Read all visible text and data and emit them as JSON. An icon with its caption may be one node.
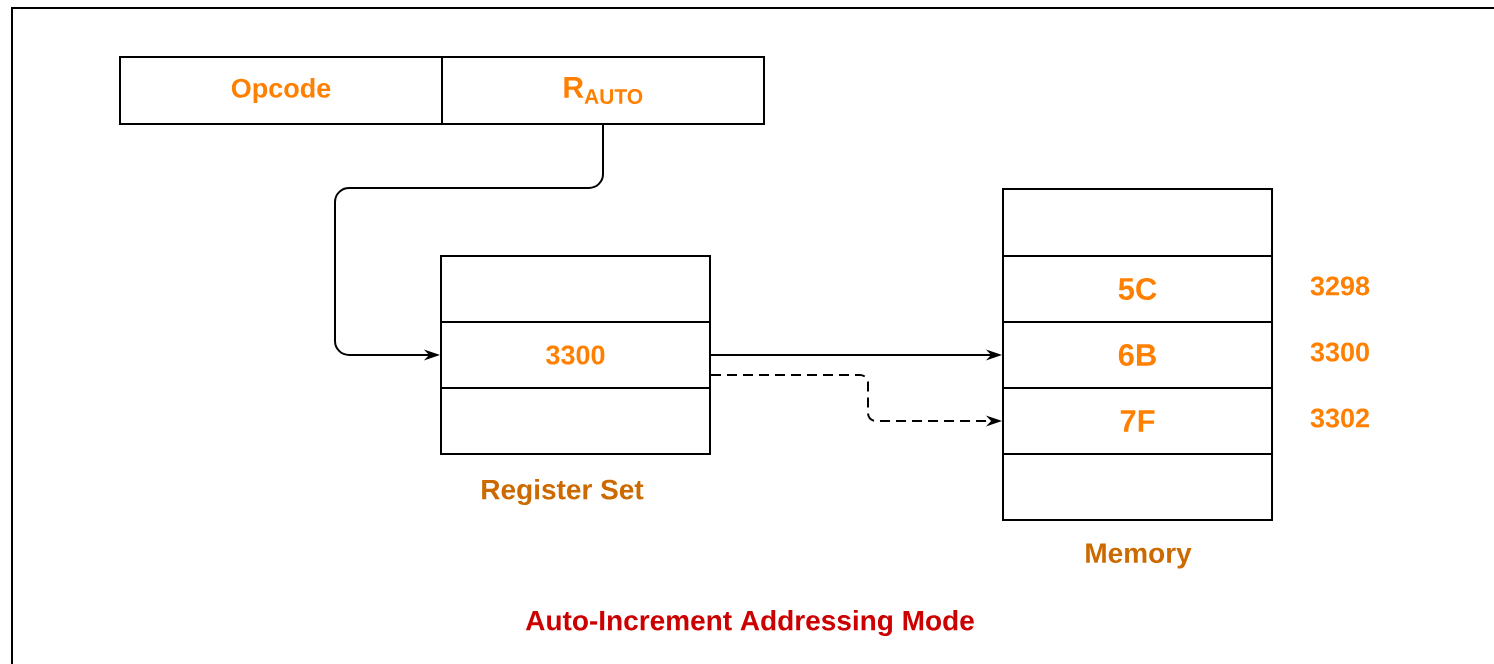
{
  "diagram": {
    "caption": "Auto-Increment Addressing Mode",
    "nodes": [
      {
        "text": [
          "Opcode"
        ]
      },
      {
        "text": [
          "R$_{AUTO}$"
        ]
      },
      {
        "text": [],
        "shape": "box"
      },
      {
        "text": [
          "3300"
        ]
      },
      {
        "text": [],
        "shape": "box"
      },
      {
        "text": [],
        "shape": "box"
      },
      {
        "text": [
          "5C"
        ],
        "beside": [
          "3298"
        ]
      },
      {
        "text": [
          "6B"
        ],
        "beside": [
          "3300"
        ]
      },
      {
        "text": [
          "7F"
        ],
        "beside": [
          "3302"
        ]
      },
      {
        "text": [],
        "shape": "box"
      }
    ],
    "edges": [
      {
        "from": 1,
        "to": 3,
        "arrow": "to"
      },
      {
        "from": 3,
        "to": 7,
        "arrow": "to"
      },
      {
        "from": 3,
        "to": 8,
        "arrow": "to",
        "style": "dashed"
      }
    ],
    "labels": [
      "Register Set",
      "Memory"
    ]
  }
}
